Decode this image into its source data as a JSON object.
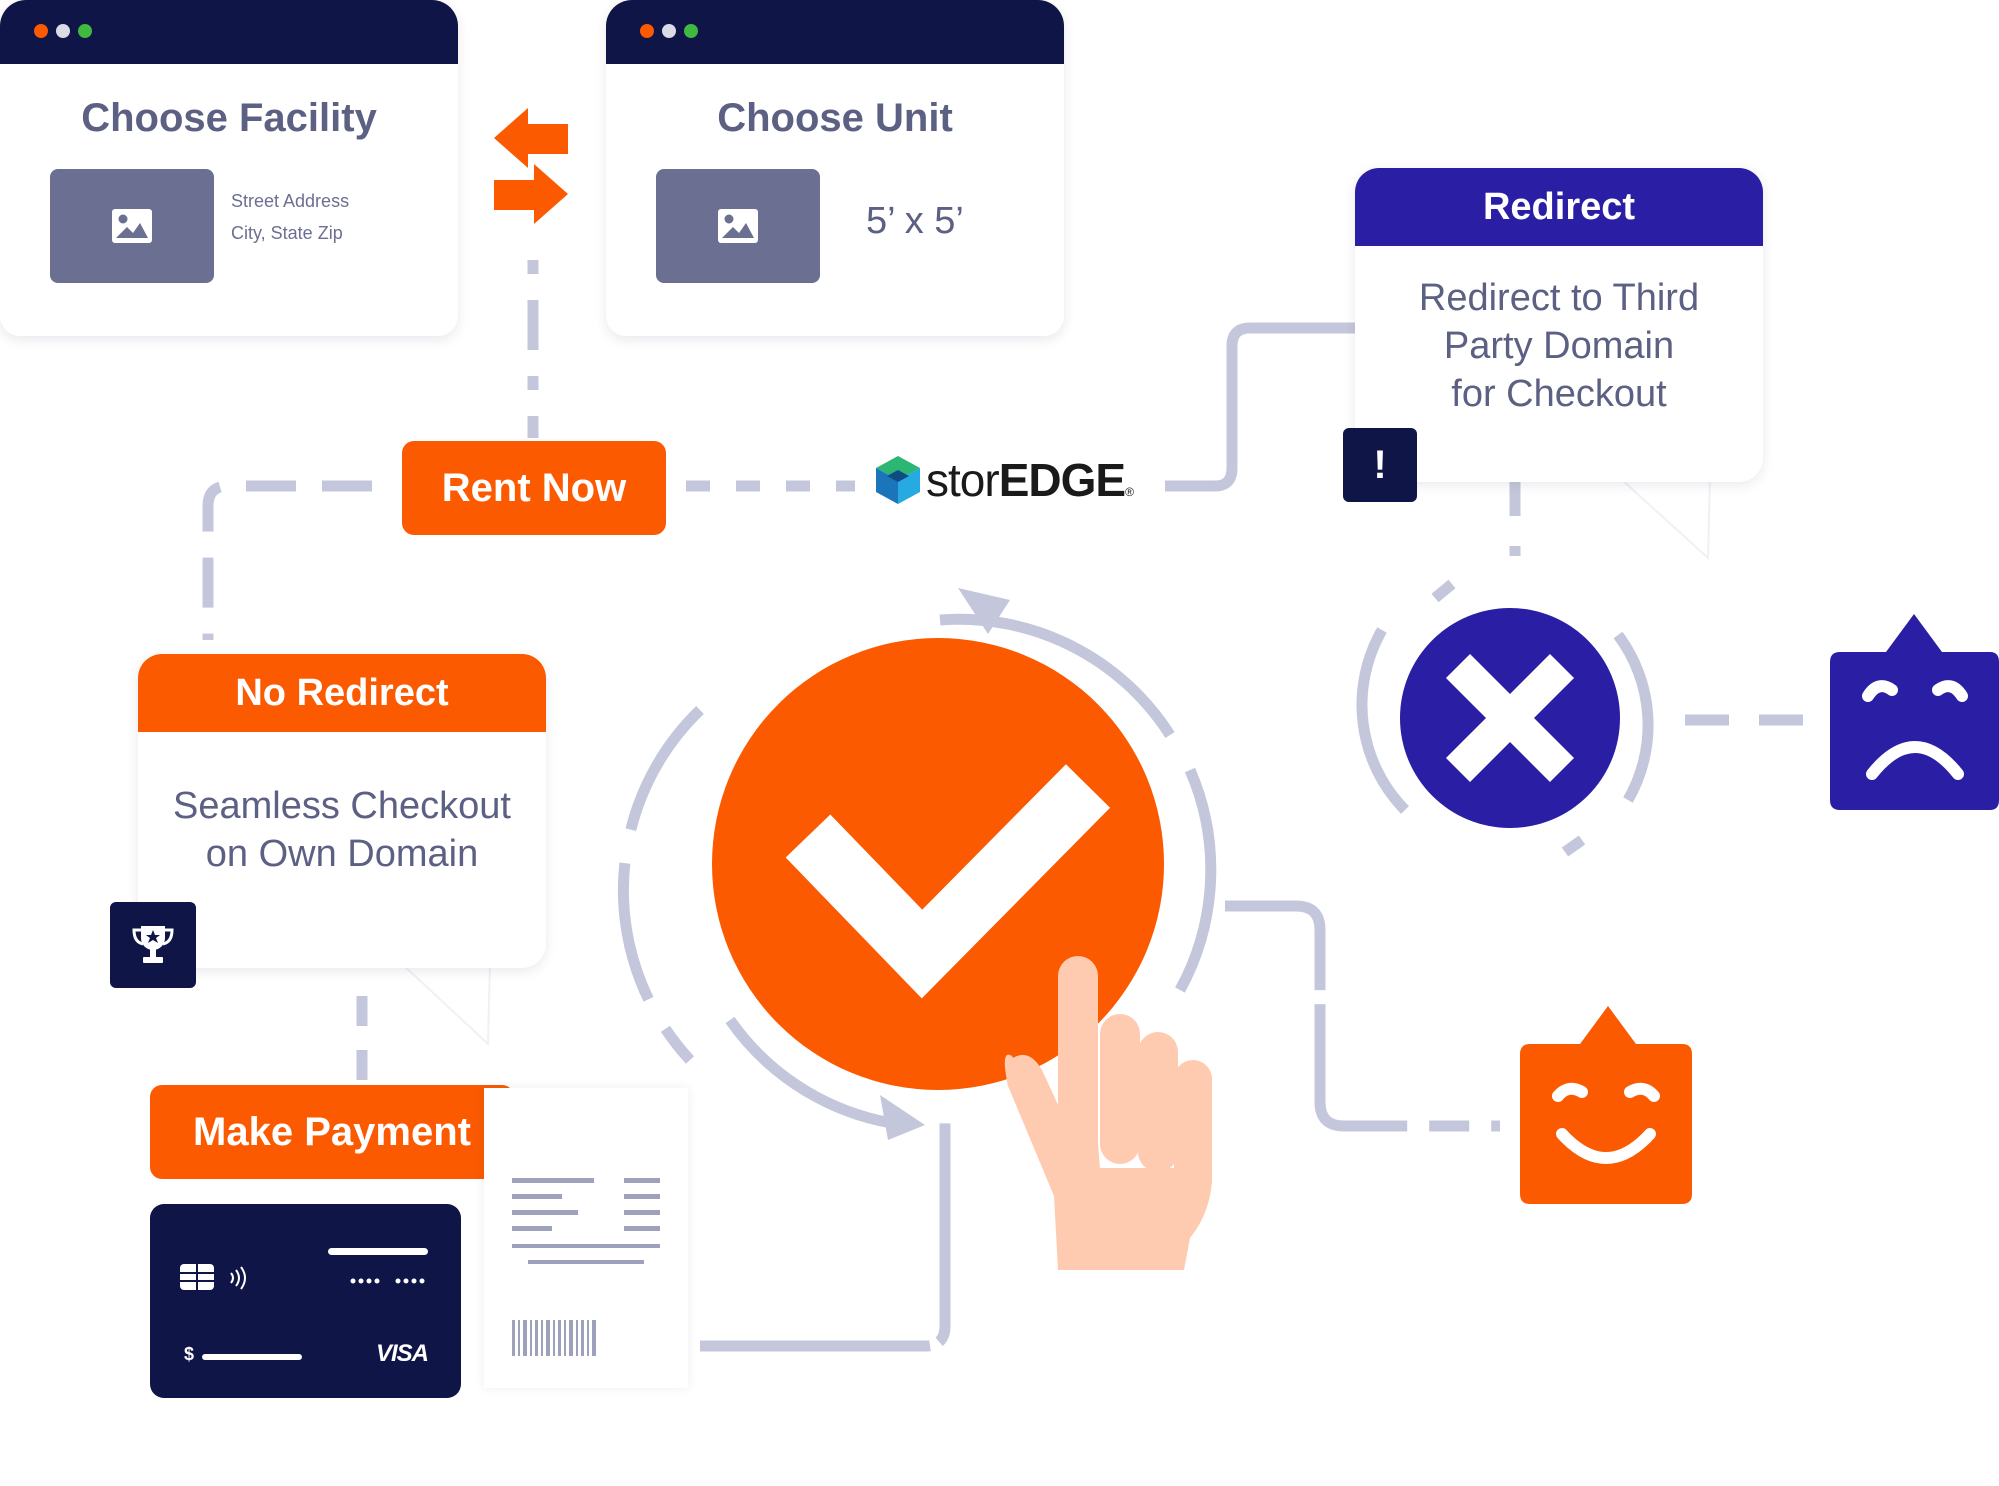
{
  "facility": {
    "title": "Choose Facility",
    "address_line1": "Street Address",
    "address_line2": "City, State Zip"
  },
  "unit": {
    "title": "Choose Unit",
    "size": "5’ x 5’"
  },
  "buttons": {
    "rent_now": "Rent Now",
    "make_payment": "Make Payment"
  },
  "logo": {
    "prefix": "stor",
    "suffix": "EDGE",
    "mark": "®"
  },
  "redirect_card": {
    "title": "Redirect",
    "line1": "Redirect to Third",
    "line2": "Party Domain",
    "line3": "for Checkout",
    "badge": "!"
  },
  "no_redirect_card": {
    "title": "No Redirect",
    "line1": "Seamless Checkout",
    "line2": "on Own Domain"
  },
  "credit_card": {
    "currency": "$",
    "brand": "VISA"
  },
  "colors": {
    "navy": "#0f1546",
    "indigo": "#2a1ea5",
    "orange": "#fb5a01",
    "line_gray": "#c4c7db",
    "slate": "#6b6f91"
  },
  "icons": [
    "image-icon",
    "swap-arrows-icon",
    "exclamation-icon",
    "trophy-icon",
    "check-icon",
    "x-icon",
    "sad-face-icon",
    "happy-face-icon",
    "hand-pointer-icon",
    "chip-icon",
    "contactless-icon",
    "barcode-icon"
  ]
}
